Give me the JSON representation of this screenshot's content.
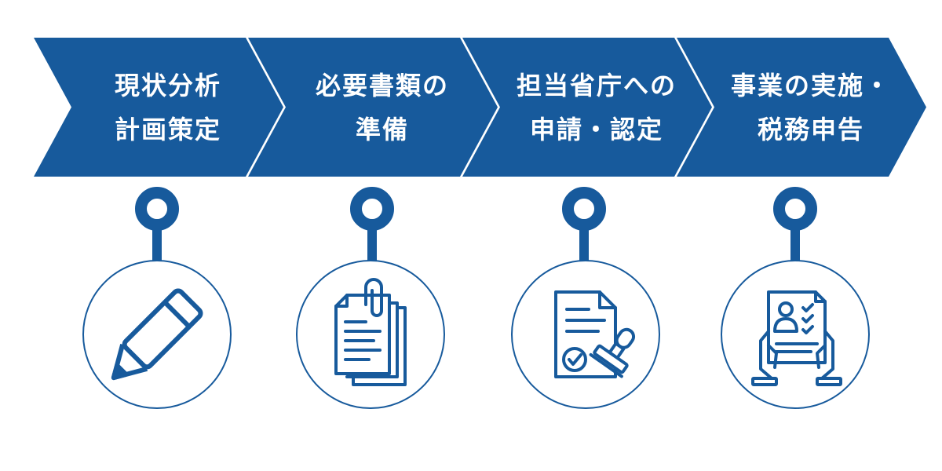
{
  "colors": {
    "primary": "#175a9c",
    "background": "#ffffff"
  },
  "steps": [
    {
      "line1": "現状分析",
      "line2": "計画策定",
      "icon": "pencil-icon"
    },
    {
      "line1": "必要書類の",
      "line2": "準備",
      "icon": "documents-with-paperclip-icon"
    },
    {
      "line1": "担当省庁への",
      "line2": "申請・認定",
      "icon": "stamped-document-icon"
    },
    {
      "line1": "事業の実施・",
      "line2": "税務申告",
      "icon": "hands-holding-profile-document-icon"
    }
  ]
}
